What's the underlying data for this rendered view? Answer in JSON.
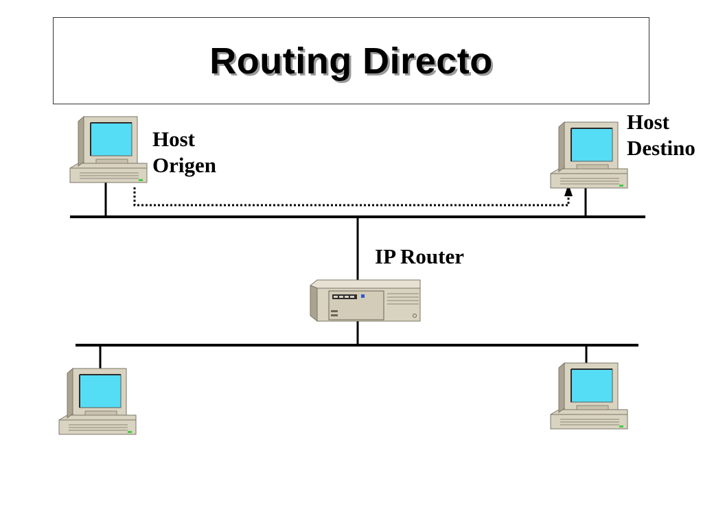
{
  "title": "Routing Directo",
  "labels": {
    "host_origen": [
      "Host",
      "Origen"
    ],
    "host_destino": [
      "Host",
      "Destino"
    ],
    "router": "IP Router"
  },
  "colors": {
    "screen": "#55ddf5",
    "case": "#d9d3c1",
    "line": "#000000"
  },
  "icons": {
    "host": "computer-icon",
    "router": "router-icon"
  }
}
